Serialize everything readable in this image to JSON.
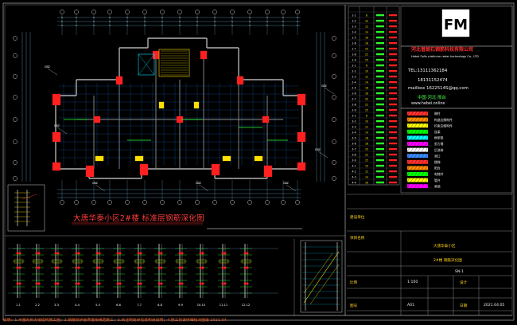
{
  "drawing": {
    "plan_title": "大唐华泰小区2#楼 标准层钢筋深化图",
    "footer_note": "说明：1.本图为剪力墙结构施工图；2.钢筋保护层厚度按规范施工；3.未注明处详见结构总说明；4.施工前请仔细核对图纸 2021.04"
  },
  "logo": {
    "mark": "FM"
  },
  "company": {
    "name_cn": "河北普朗石钢筋科技有限公司",
    "name_en": "Hebei Fplin platinum rebar technology Co., LTD",
    "tel_label": "TEL:",
    "tel_1": "13111362184",
    "tel_2": "18131152474",
    "mailbox_label": "mailbox",
    "email": "1622514S@qq.com",
    "address": "中国·河北·邢台",
    "web": "www.hebei.online"
  },
  "rebar_table": {
    "rows": [
      {
        "idx": "1-1",
        "size": "8"
      },
      {
        "idx": "1-2",
        "size": "10"
      },
      {
        "idx": "1-3",
        "size": "12"
      },
      {
        "idx": "1-4",
        "size": "14"
      },
      {
        "idx": "1-5",
        "size": "16"
      },
      {
        "idx": "1-6",
        "size": "18"
      },
      {
        "idx": "1-7",
        "size": "20"
      },
      {
        "idx": "1-8",
        "size": "22"
      },
      {
        "idx": "1-9",
        "size": "25"
      },
      {
        "idx": "2-1",
        "size": "8"
      },
      {
        "idx": "2-2",
        "size": "10"
      },
      {
        "idx": "2-3",
        "size": "12"
      },
      {
        "idx": "2-4",
        "size": "14"
      },
      {
        "idx": "2-5",
        "size": "16"
      },
      {
        "idx": "2-6",
        "size": "18"
      },
      {
        "idx": "2-7",
        "size": "20"
      },
      {
        "idx": "2-8",
        "size": "22"
      },
      {
        "idx": "2-9",
        "size": "25"
      },
      {
        "idx": "3-1",
        "size": "8"
      },
      {
        "idx": "3-2",
        "size": "10"
      },
      {
        "idx": "3-3",
        "size": "12"
      },
      {
        "idx": "3-4",
        "size": "14"
      },
      {
        "idx": "3-5",
        "size": "16"
      },
      {
        "idx": "3-6",
        "size": "18"
      },
      {
        "idx": "3-7",
        "size": "20"
      },
      {
        "idx": "3-8",
        "size": "22"
      },
      {
        "idx": "3-9",
        "size": "25"
      },
      {
        "idx": "4-1",
        "size": "10"
      },
      {
        "idx": "4-2",
        "size": "12"
      },
      {
        "idx": "4-3",
        "size": "14"
      },
      {
        "idx": "4-4",
        "size": "16"
      }
    ]
  },
  "legend": {
    "items": [
      {
        "label": "暗柱",
        "color": "#ff3030"
      },
      {
        "label": "构造边缘构件",
        "color": "#ff8c00"
      },
      {
        "label": "约束边缘构件",
        "color": "#ffff00"
      },
      {
        "label": "连梁",
        "color": "#00ff00"
      },
      {
        "label": "框架梁",
        "color": "#00ffff"
      },
      {
        "label": "剪力墙",
        "color": "#ff00ff"
      },
      {
        "label": "后浇带",
        "color": "#ffffff"
      },
      {
        "label": "洞口",
        "color": "#3c8cff"
      },
      {
        "label": "楼梯",
        "color": "#ff3030"
      },
      {
        "label": "阳台",
        "color": "#ff8c00"
      },
      {
        "label": "电梯井",
        "color": "#00ff00"
      },
      {
        "label": "管井",
        "color": "#ffff00"
      },
      {
        "label": "其他",
        "color": "#ff00ff"
      }
    ]
  },
  "title_block": {
    "approval_label": "建设单位",
    "project_label": "项目名称",
    "project_name": "大唐华泰小区",
    "drawing_name": "2#楼 钢筋深化图",
    "drawing_no": "SN-1",
    "scale_label": "比例",
    "scale_value": "1:100",
    "design_label": "设计",
    "sheet_label": "图号",
    "sheet_value": "A01",
    "date_label": "日期",
    "date_value": "2021.04.05"
  },
  "sections": {
    "labels": [
      "1-1",
      "2-2",
      "3-3",
      "4-4",
      "5-5",
      "6-6",
      "7-7",
      "8-8",
      "9-9",
      "10-10",
      "11-11",
      "12-12"
    ]
  }
}
